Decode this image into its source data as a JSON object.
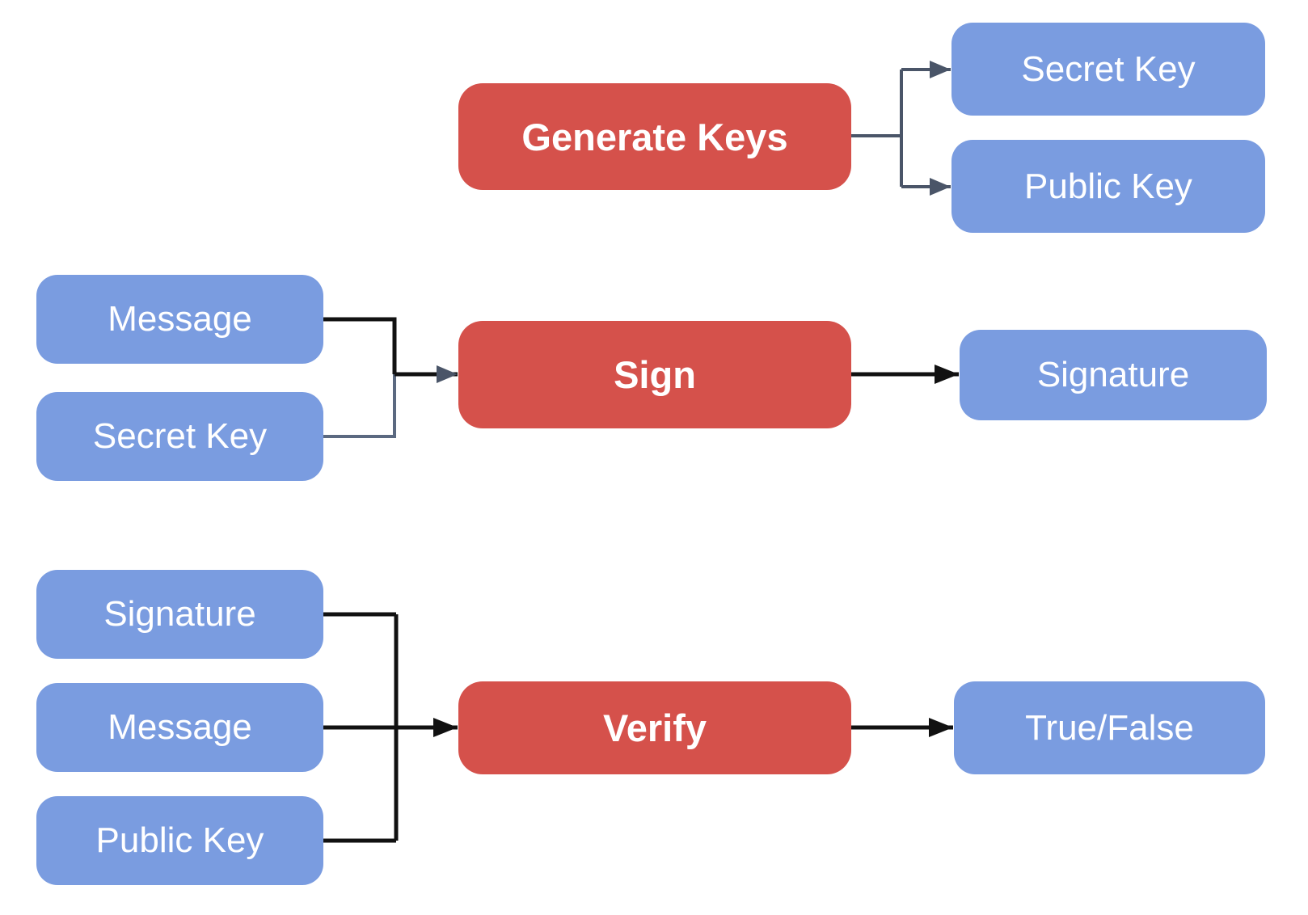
{
  "nodes": {
    "generate_keys": "Generate Keys",
    "secret_key_out": "Secret Key",
    "public_key_out": "Public Key",
    "message_sign": "Message",
    "secret_key_sign": "Secret Key",
    "sign": "Sign",
    "signature_out": "Signature",
    "signature_verify": "Signature",
    "message_verify": "Message",
    "public_key_verify": "Public Key",
    "verify": "Verify",
    "true_false": "True/False"
  },
  "flows": [
    {
      "process": "Generate Keys",
      "inputs": [],
      "outputs": [
        "Secret Key",
        "Public Key"
      ]
    },
    {
      "process": "Sign",
      "inputs": [
        "Message",
        "Secret Key"
      ],
      "outputs": [
        "Signature"
      ]
    },
    {
      "process": "Verify",
      "inputs": [
        "Signature",
        "Message",
        "Public Key"
      ],
      "outputs": [
        "True/False"
      ]
    }
  ],
  "colors": {
    "process_fill": "#D5514B",
    "data_fill": "#7A9CE0",
    "text": "#FFFFFF",
    "connector_slate": "#4A5568",
    "connector_slate_light": "#5B6980",
    "connector_black": "#111111",
    "background": "#FFFFFF"
  }
}
